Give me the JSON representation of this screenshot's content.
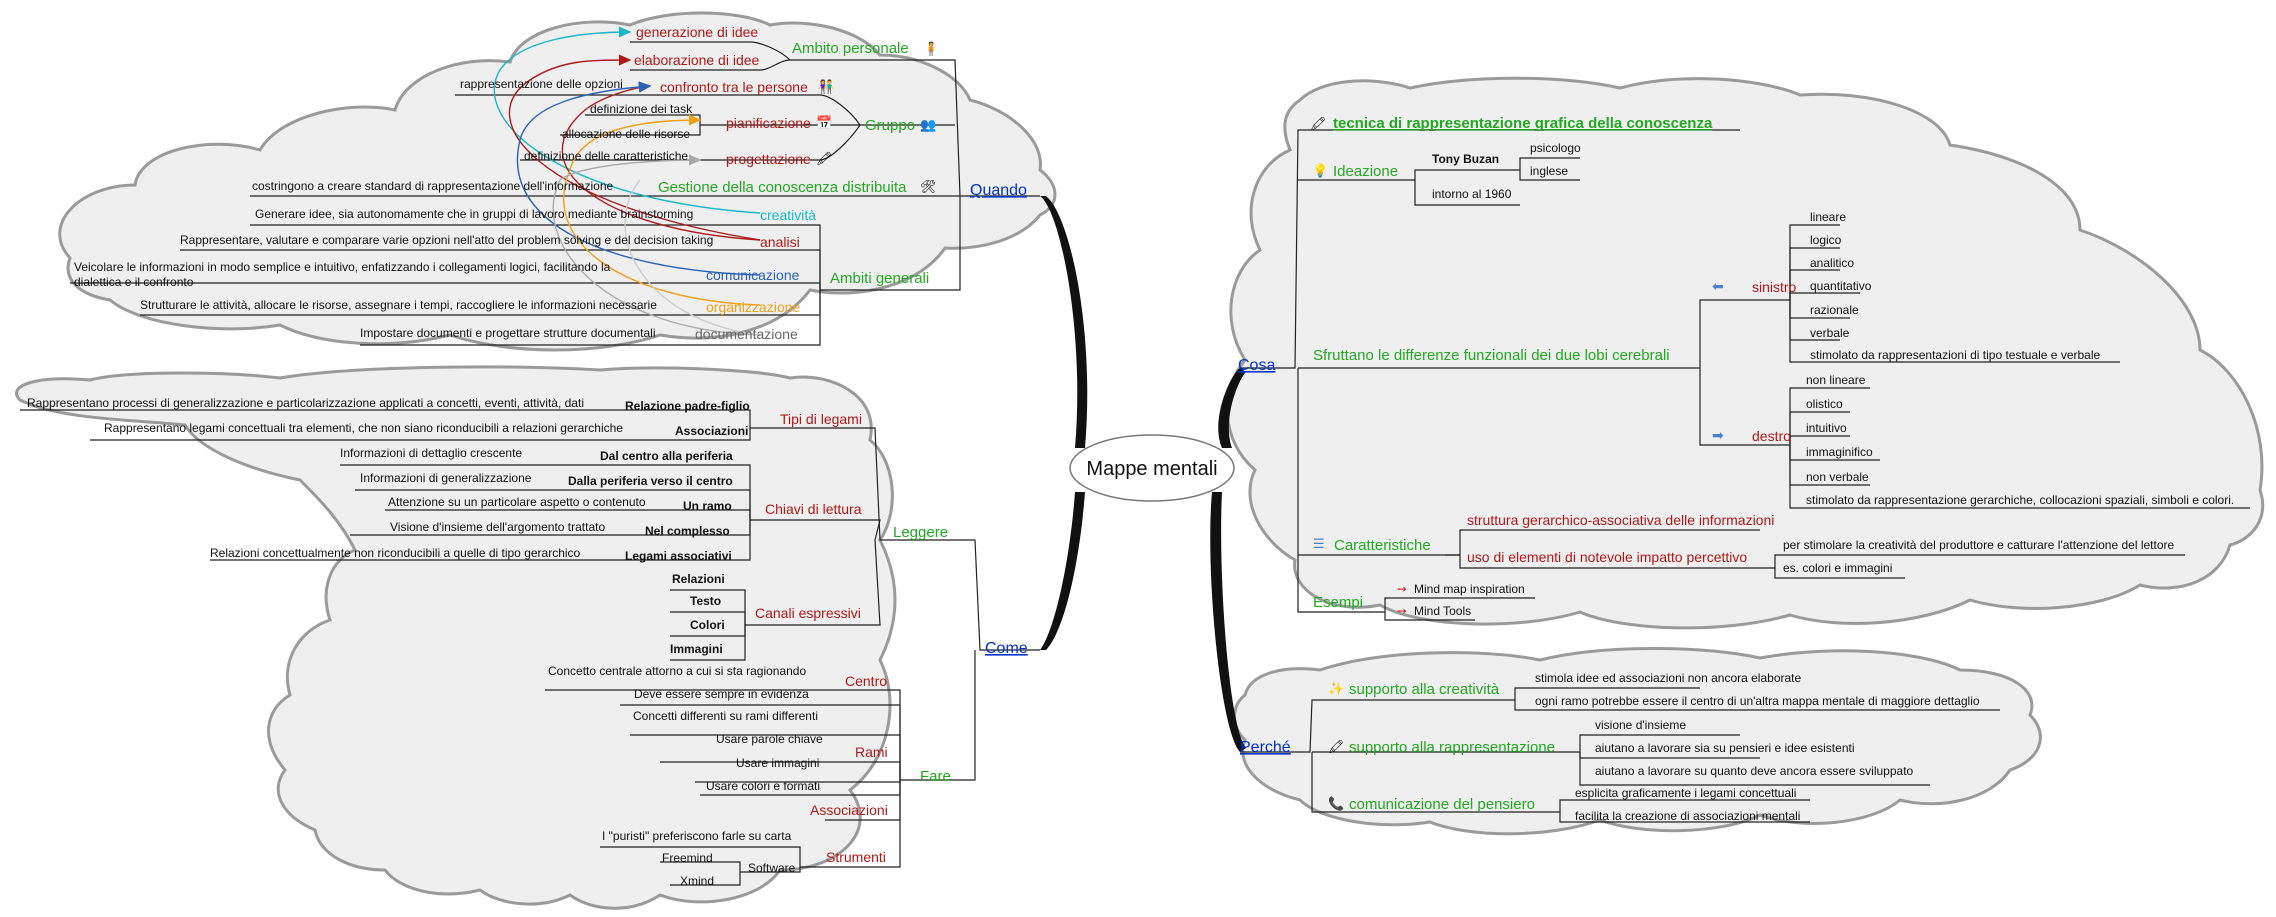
{
  "center": "Mappe mentali",
  "colors": {
    "branch": "#0033cc",
    "green": "#22a822",
    "red": "#b01818",
    "black": "#111111",
    "cyan": "#19b6c9",
    "blue": "#2a62b8",
    "orange": "#f0a018",
    "gray": "#666666",
    "cloud": "#efefef",
    "cloud_stroke": "#9a9a9a"
  },
  "quando": {
    "label": "Quando",
    "ambito_personale": {
      "label": "Ambito personale",
      "icon": "person-icon",
      "items": [
        "generazione di idee",
        "elaborazione di idee"
      ]
    },
    "gruppo": {
      "label": "Gruppo",
      "icon": "group-icon",
      "items": [
        {
          "label": "confronto tra le persone",
          "icon": "people-icon",
          "detail": "rappresentazione delle opzioni"
        },
        {
          "label": "pianificazione",
          "icon": "calendar-icon",
          "details": [
            "definizione dei task",
            "allocazione delle risorse"
          ]
        },
        {
          "label": "progettazione",
          "icon": "pen-icon",
          "detail": "definizione delle caratteristiche"
        }
      ]
    },
    "gestione": {
      "label": "Gestione della conoscenza distribuita",
      "icon": "tools-icon",
      "detail": "costringono a creare standard di rappresentazione dell'informazione"
    },
    "ambiti_generali": {
      "label": "Ambiti generali",
      "items": [
        {
          "label": "creatività",
          "detail": "Generare idee, sia autonomamente che in gruppi di lavoro mediante brainstorming"
        },
        {
          "label": "analisi",
          "detail": "Rappresentare, valutare e comparare varie opzioni nell'atto del problem solving e del decision taking"
        },
        {
          "label": "comunicazione",
          "detail_lines": [
            "Veicolare le informazioni in modo semplice e intuitivo, enfatizzando i collegamenti logici, facilitando la",
            "dialettica e il confronto"
          ]
        },
        {
          "label": "organizzazione",
          "detail": "Strutturare le attività, allocare le risorse, assegnare i tempi, raccogliere le informazioni necessarie"
        },
        {
          "label": "documentazione",
          "detail": "Impostare documenti e progettare strutture documentali"
        }
      ]
    }
  },
  "come": {
    "label": "Come",
    "leggere": {
      "label": "Leggere",
      "tipi": {
        "label": "Tipi di legami",
        "items": [
          {
            "key": "Relazione padre-figlio",
            "desc": "Rappresentano processi di generalizzazione e particolarizzazione applicati a concetti, eventi, attività, dati"
          },
          {
            "key": "Associazioni",
            "desc": "Rappresentano legami concettuali tra elementi, che non siano riconducibili a relazioni gerarchiche"
          }
        ]
      },
      "chiavi": {
        "label": "Chiavi di lettura",
        "items": [
          {
            "key": "Dal centro alla periferia",
            "desc": "Informazioni di dettaglio crescente"
          },
          {
            "key": "Dalla periferia verso il centro",
            "desc": "Informazioni di generalizzazione"
          },
          {
            "key": "Un ramo",
            "desc": "Attenzione su un particolare aspetto o contenuto"
          },
          {
            "key": "Nel complesso",
            "desc": "Visione d'insieme dell'argomento trattato"
          },
          {
            "key": "Legami associativi",
            "desc": "Relazioni concettualmente non riconducibili a quelle di tipo gerarchico"
          }
        ]
      },
      "canali": {
        "label": "Canali espressivi",
        "items": [
          "Relazioni",
          "Testo",
          "Colori",
          "Immagini"
        ]
      }
    },
    "fare": {
      "label": "Fare",
      "centro": {
        "label": "Centro",
        "items": [
          "Concetto centrale attorno a cui si sta ragionando",
          "Deve essere sempre in evidenza"
        ]
      },
      "rami": {
        "label": "Rami",
        "items": [
          "Concetti differenti su rami differenti",
          "Usare parole chiave",
          "Usare immagini",
          "Usare colori e formati"
        ]
      },
      "associazioni": {
        "label": "Associazioni"
      },
      "strumenti": {
        "label": "Strumenti",
        "note": "I \"puristi\" preferiscono farle su carta",
        "software": {
          "label": "Software",
          "items": [
            "Freemind",
            "Xmind"
          ]
        }
      }
    }
  },
  "cosa": {
    "label": "Cosa",
    "tecnica": {
      "label": "tecnica di rappresentazione grafica della conoscenza",
      "icon": "pen-icon"
    },
    "ideazione": {
      "label": "Ideazione",
      "icon": "lightbulb-icon",
      "person": "Tony Buzan",
      "person_items": [
        "psicologo",
        "inglese"
      ],
      "date": "intorno al 1960"
    },
    "lobi": {
      "label": "Sfruttano le differenze funzionali dei due lobi cerebrali",
      "sinistro": {
        "label": "sinistro",
        "icon": "arrow-left-icon",
        "items": [
          "lineare",
          "logico",
          "analitico",
          "quantitativo",
          "razionale",
          "verbale",
          "stimolato da rappresentazioni di tipo testuale e verbale"
        ]
      },
      "destro": {
        "label": "destro",
        "icon": "arrow-right-icon",
        "items": [
          "non lineare",
          "olistico",
          "intuitivo",
          "immaginifico",
          "non verbale",
          "stimolato da rappresentazione gerarchiche, collocazioni spaziali, simboli e colori."
        ]
      }
    },
    "caratteristiche": {
      "label": "Caratteristiche",
      "icon": "list-icon",
      "items": [
        {
          "label": "struttura gerarchico-associativa delle informazioni"
        },
        {
          "label": "uso di elementi di notevole impatto percettivo",
          "details": [
            "per stimolare la creatività del produttore e catturare l'attenzione del lettore",
            "es. colori e immagini"
          ]
        }
      ]
    },
    "esempi": {
      "label": "Esempi",
      "items": [
        "Mind map inspiration",
        "Mind Tools"
      ]
    }
  },
  "perche": {
    "label": "Perché",
    "items": [
      {
        "label": "supporto alla creatività",
        "icon": "sparkle-icon",
        "details": [
          "stimola idee ed associazioni non ancora elaborate",
          "ogni ramo potrebbe essere il centro di un'altra mappa mentale di maggiore dettaglio"
        ]
      },
      {
        "label": "supporto alla rappresentazione",
        "icon": "pen-icon",
        "details": [
          "visione d'insieme",
          "aiutano a lavorare sia su pensieri e idee esistenti",
          "aiutano a lavorare su quanto deve ancora essere sviluppato"
        ]
      },
      {
        "label": "comunicazione del pensiero",
        "icon": "phone-icon",
        "details": [
          "esplicita graficamente i legami concettuali",
          "facilita la creazione di associazioni mentali"
        ]
      }
    ]
  }
}
